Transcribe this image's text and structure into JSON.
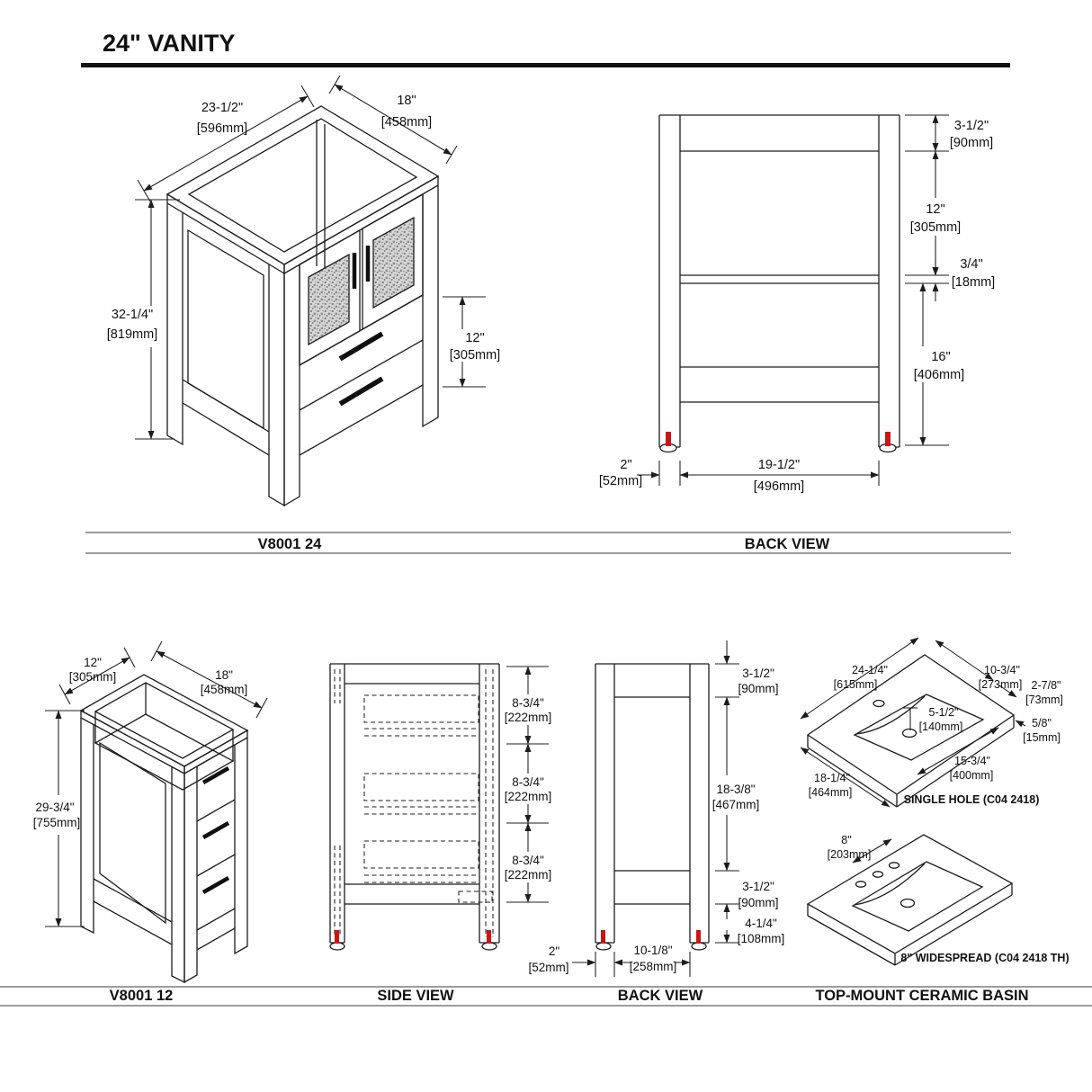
{
  "title": "24\" VANITY",
  "colors": {
    "line": "#1c1c1c",
    "divider": "#9c9c9c",
    "leveler_red": "#cc1512",
    "glass_base": "#d6d6d6",
    "glass_dot": "#7a7a7a"
  },
  "top": {
    "iso": {
      "caption": "V8001 24",
      "w_in": "23-1/2\"",
      "w_mm": "[596mm]",
      "d_in": "18\"",
      "d_mm": "[458mm]",
      "h_in": "32-1/4\"",
      "h_mm": "[819mm]",
      "dr_in": "12\"",
      "dr_mm": "[305mm]"
    },
    "back": {
      "caption": "BACK VIEW",
      "r1_in": "3-1/2\"",
      "r1_mm": "[90mm]",
      "o_in": "12\"",
      "o_mm": "[305mm]",
      "sh_in": "3/4\"",
      "sh_mm": "[18mm]",
      "lo_in": "16\"",
      "lo_mm": "[406mm]",
      "leg_in": "2\"",
      "leg_mm": "[52mm]",
      "span_in": "19-1/2\"",
      "span_mm": "[496mm]"
    }
  },
  "bot": {
    "iso": {
      "caption": "V8001 12",
      "w_in": "12\"",
      "w_mm": "[305mm]",
      "d_in": "18\"",
      "d_mm": "[458mm]",
      "h_in": "29-3/4\"",
      "h_mm": "[755mm]"
    },
    "side": {
      "caption": "SIDE VIEW",
      "p1_in": "8-3/4\"",
      "p1_mm": "[222mm]",
      "p2_in": "8-3/4\"",
      "p2_mm": "[222mm]",
      "p3_in": "8-3/4\"",
      "p3_mm": "[222mm]"
    },
    "back": {
      "caption": "BACK VIEW",
      "r1_in": "3-1/2\"",
      "r1_mm": "[90mm]",
      "o_in": "18-3/8\"",
      "o_mm": "[467mm]",
      "r2_in": "3-1/2\"",
      "r2_mm": "[90mm]",
      "f_in": "4-1/4\"",
      "f_mm": "[108mm]",
      "leg_in": "2\"",
      "leg_mm": "[52mm]",
      "span_in": "10-1/8\"",
      "span_mm": "[258mm]"
    },
    "basin": {
      "caption": "TOP-MOUNT CERAMIC BASIN",
      "single": {
        "caption": "SINGLE HOLE (C04 2418)",
        "w_in": "24-1/4\"",
        "w_mm": "[615mm]",
        "b_in": "10-3/4\"",
        "b_mm": "[273mm]",
        "c_in": "2-7/8\"",
        "c_mm": "[73mm]",
        "fc_in": "5-1/2\"",
        "fc_mm": "[140mm]",
        "e_in": "5/8\"",
        "e_mm": "[15mm]",
        "bw_in": "15-3/4\"",
        "bw_mm": "[400mm]",
        "d_in": "18-1/4\"",
        "d_mm": "[464mm]"
      },
      "wide": {
        "caption": "8\" WIDESPREAD (C04 2418 TH)",
        "s_in": "8\"",
        "s_mm": "[203mm]"
      }
    }
  }
}
